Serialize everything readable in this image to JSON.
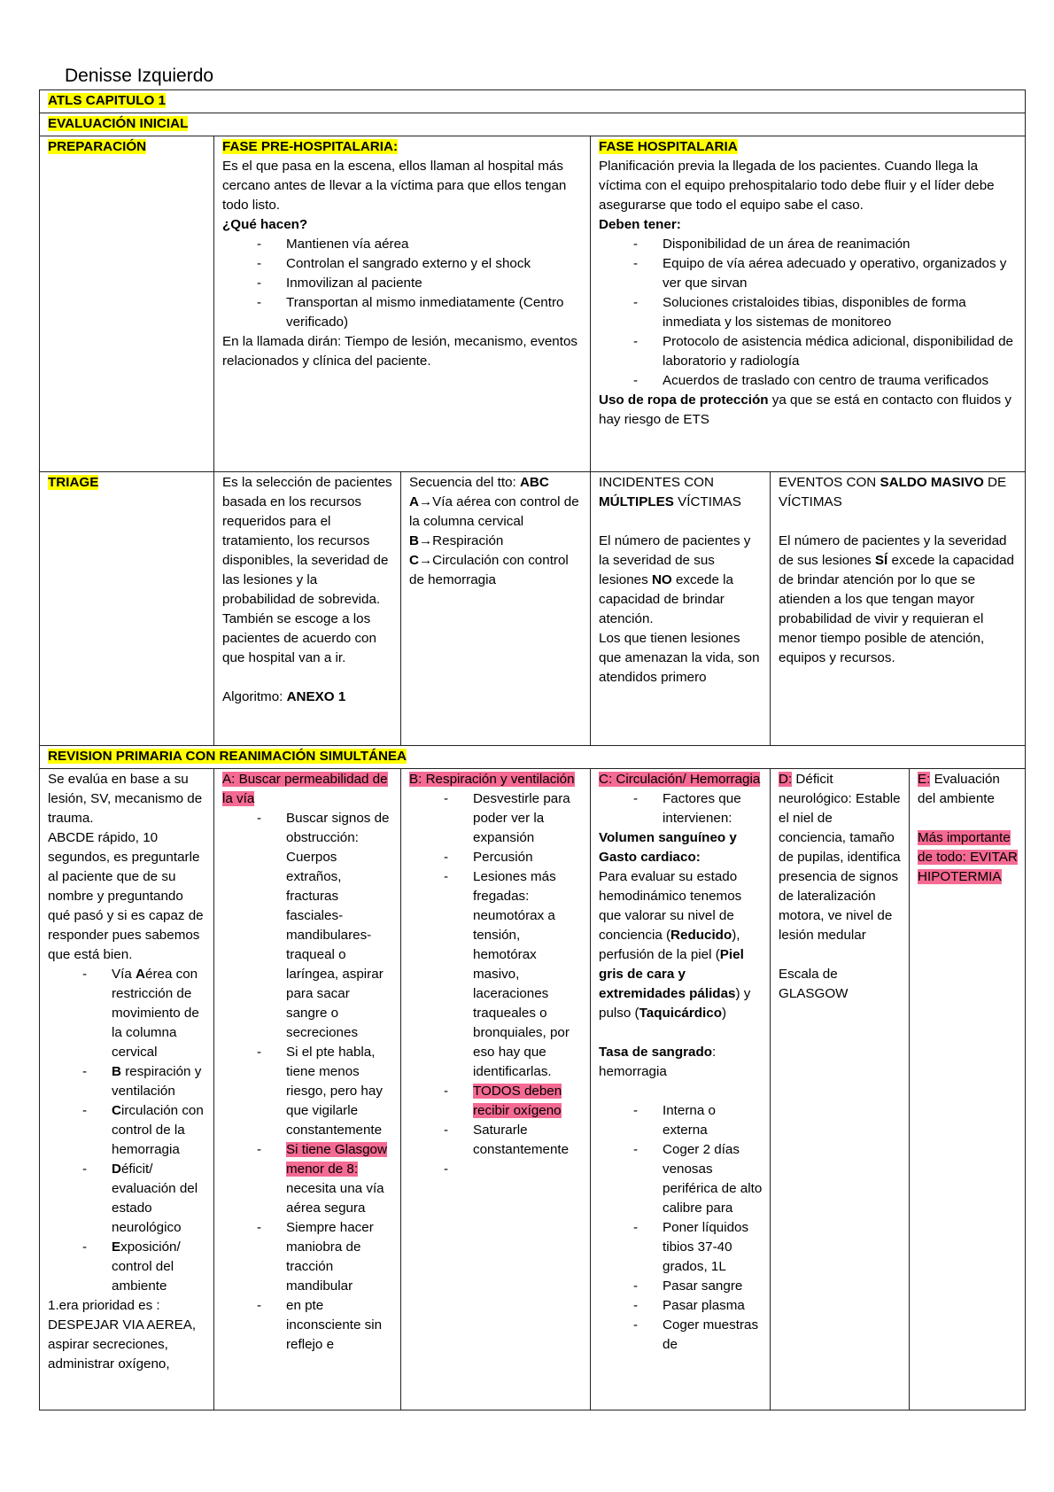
{
  "author": "Denisse Izquierdo",
  "titles": {
    "chapter": "ATLS CAPITULO 1",
    "section": "EVALUACIÓN INICIAL",
    "revision": "REVISION PRIMARIA CON REANIMACIÓN SIMULTÁNEA"
  },
  "preparacion": {
    "label": "PREPARACIÓN",
    "pre": {
      "title": "FASE PRE-HOSPITALARIA:",
      "intro": "Es el que pasa en la escena, ellos llaman al hospital más cercano antes de llevar a la víctima para que ellos tengan todo listo.",
      "question": "¿Qué hacen?",
      "items": [
        "Mantienen vía aérea",
        "Controlan el sangrado externo y el shock",
        "Inmovilizan al paciente",
        "Transportan al mismo inmediatamente (Centro verificado)"
      ],
      "outro": "En la llamada dirán: Tiempo de lesión, mecanismo, eventos relacionados y clínica del paciente."
    },
    "hosp": {
      "title": "FASE HOSPITALARIA",
      "intro": "Planificación previa la llegada de los pacientes. Cuando llega la víctima con el equipo prehospitalario todo debe fluir y el líder debe asegurarse que todo el equipo sabe el caso.",
      "must_title": "Deben tener:",
      "items": [
        "Disponibilidad de un área de reanimación",
        "Equipo de vía aérea adecuado y operativo, organizados y ver que sirvan",
        "Soluciones cristaloides tibias, disponibles de forma inmediata y los sistemas de monitoreo",
        "Protocolo de asistencia médica adicional, disponibilidad de laboratorio y radiología",
        "Acuerdos de traslado con centro de trauma verificados"
      ],
      "ropa_bold": "Uso de ropa de protección",
      "ropa_rest": " ya que se está en contacto con fluidos y hay riesgo de ETS"
    }
  },
  "triage": {
    "label": "TRIAGE",
    "desc1": "Es la selección de pacientes basada en los recursos requeridos para el tratamiento, los recursos disponibles, la severidad de las lesiones y la probabilidad de sobrevida.",
    "desc2": "También se escoge a los pacientes de acuerdo con que hospital van a ir.",
    "algo_pre": "Algoritmo: ",
    "algo_val": "ANEXO 1",
    "seq_pre": "Secuencia del tto: ",
    "seq_val": "ABC",
    "seq_a_letter": "A",
    "seq_a_arrow": "→",
    "seq_a_text": "Vía aérea con control de la columna cervical",
    "seq_b_letter": "B",
    "seq_b_arrow": "→",
    "seq_b_text": "Respiración",
    "seq_c_letter": "C",
    "seq_c_arrow": "→",
    "seq_c_text": "Circulación con control de hemorragia",
    "multi_pre": "INCIDENTES CON ",
    "multi_bold": "MÚLTIPLES",
    "multi_post": " VÍCTIMAS",
    "multi_p1_a": "El número de pacientes y la severidad de sus lesiones ",
    "multi_p1_b": "NO",
    "multi_p1_c": " excede la capacidad de brindar atención.",
    "multi_p2": "Los que tienen lesiones que amenazan la vida, son atendidos primero",
    "mass_pre": "EVENTOS CON ",
    "mass_bold": "SALDO MASIVO",
    "mass_post": " DE VÍCTIMAS",
    "mass_p_a": "El número de pacientes y la severidad de sus lesiones ",
    "mass_p_b": "SÍ",
    "mass_p_c": " excede la capacidad de brindar atención por lo que se atienden a los que tengan mayor probabilidad de vivir y requieran el menor tiempo posible de atención, equipos y recursos."
  },
  "revision": {
    "col0": {
      "intro": "Se evalúa en base a su lesión, SV, mecanismo de trauma.",
      "abcde": "ABCDE rápido, 10 segundos, es preguntarle al paciente que de su nombre y preguntando qué pasó y si es capaz de responder pues sabemos que está bien.",
      "i1_a": "Vía ",
      "i1_b": "A",
      "i1_c": "érea con restricción de movimiento de la columna cervical",
      "i2_b": "B",
      "i2_c": " respiración y ventilación",
      "i3_b": "C",
      "i3_c": "irculación con control de la hemorragia",
      "i4_b": "D",
      "i4_c": "éficit/ evaluación del estado neurológico",
      "i5_b": "E",
      "i5_c": "xposición/ control del ambiente",
      "priority": "1.era prioridad es : DESPEJAR VIA AEREA, aspirar secreciones, administrar oxígeno,"
    },
    "a": {
      "title": "A:  Buscar permeabilidad de la vía",
      "i1": "Buscar signos de obstrucción: Cuerpos extraños, fracturas fasciales-mandibulares-traqueal o laríngea, aspirar para sacar sangre o secreciones",
      "i2": "Si el pte habla, tiene menos riesgo, pero hay que vigilarle constantemente",
      "i3_hl": "Si tiene Glasgow menor de 8:",
      "i3_rest": " necesita una vía aérea segura",
      "i4": "Siempre hacer maniobra de tracción mandibular",
      "i5": "en pte inconsciente sin reflejo e"
    },
    "b": {
      "title": "B: Respiración y ventilación",
      "i1": "Desvestirle para poder ver la expansión",
      "i2": "Percusión",
      "i3": "Lesiones más fregadas: neumotórax a tensión, hemotórax masivo, laceraciones traqueales o bronquiales, por eso hay que identificarlas.",
      "i4_hl": "TODOS deben recibir oxígeno",
      "i5": "Saturarle constantemente",
      "i6": ""
    },
    "c": {
      "title": "C: Circulación/ Hemorragia",
      "f1": "Factores que intervienen:",
      "vol": "Volumen sanguíneo y Gasto cardiaco:",
      "p1": "Para evaluar su estado hemodinámico tenemos que valorar su nivel de conciencia (",
      "p1_b1": "Reducido",
      "p1_m": "), perfusión de la piel (",
      "p1_b2": "Piel gris de cara y extremidades pálidas",
      "p1_m2": ") y pulso (",
      "p1_b3": "Taquicárdico",
      "p1_e": ")",
      "tasa_b": "Tasa de sangrado",
      "tasa_r": ": hemorragia",
      "i1": "Interna o externa",
      "i2": "Coger 2 días venosas periférica de alto calibre para",
      "i3": "Poner líquidos tibios 37-40 grados, 1L",
      "i4": "Pasar sangre",
      "i5": "Pasar plasma",
      "i6": "Coger muestras de"
    },
    "d": {
      "hl": "D:",
      "text": " Déficit neurológico: Estable el niel de conciencia, tamaño de pupilas, identifica presencia de signos de lateralización motora, ve nivel de lesión medular",
      "escala": "Escala de GLASGOW"
    },
    "e": {
      "hl": "E:",
      "text": " Evaluación del ambiente",
      "imp": "Más importante de todo: EVITAR HIPOTERMIA"
    }
  }
}
